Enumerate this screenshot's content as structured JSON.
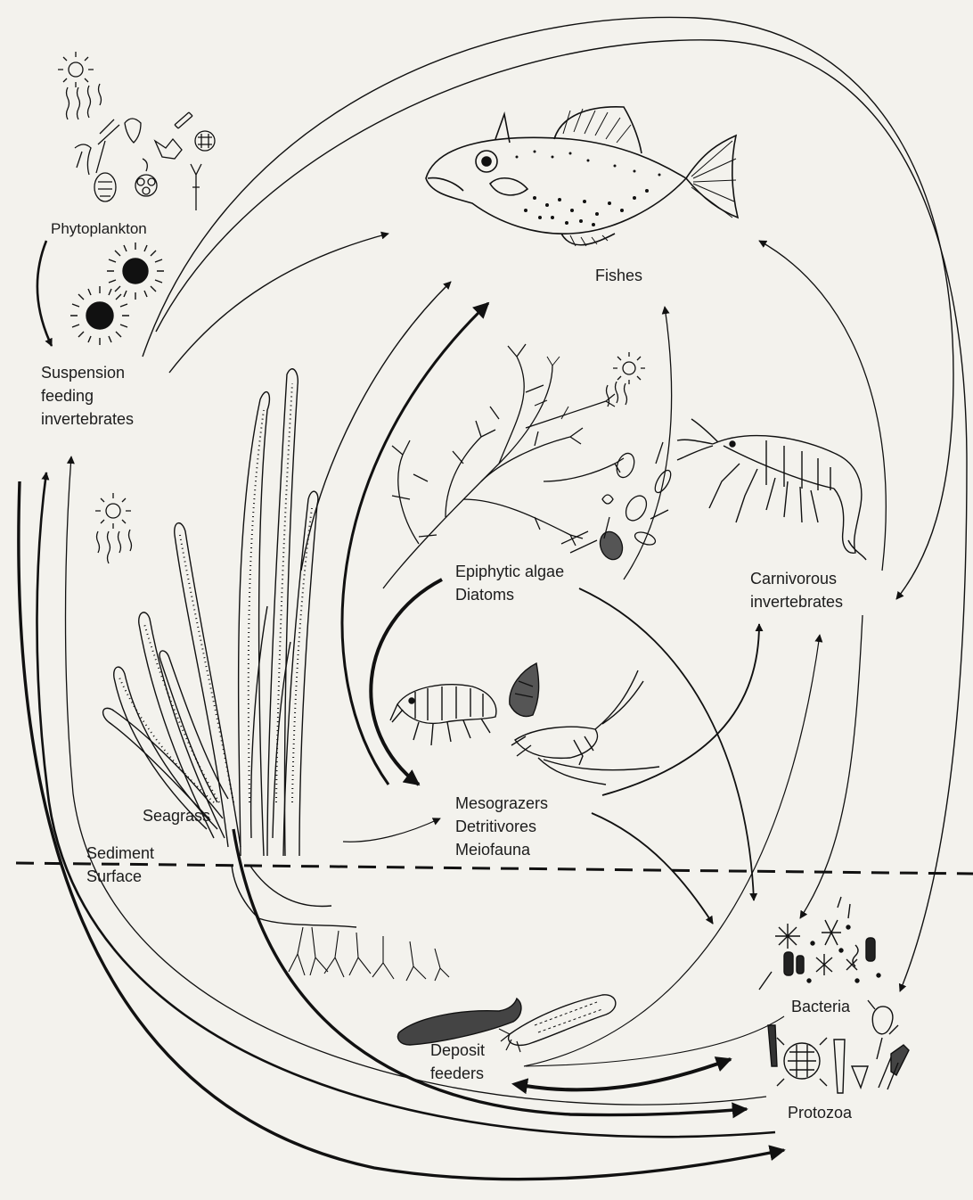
{
  "diagram": {
    "nodes": {
      "phytoplankton": "Phytoplankton",
      "suspension_feeders": [
        "Suspension",
        "feeding",
        "invertebrates"
      ],
      "fishes": "Fishes",
      "epiphytic_algae": [
        "Epiphytic algae",
        "Diatoms"
      ],
      "carnivorous_invertebrates": [
        "Carnivorous",
        "invertebrates"
      ],
      "mesograzers": [
        "Mesograzers",
        "Detritivores",
        "Meiofauna"
      ],
      "seagrass": "Seagrass",
      "sediment_surface": [
        "Sediment",
        "Surface"
      ],
      "bacteria": "Bacteria",
      "deposit_feeders": [
        "Deposit",
        "feeders"
      ],
      "protozoa": "Protozoa"
    },
    "icons": [
      "sun-icon",
      "phytoplankton-cells-icon",
      "sea-urchin-icon",
      "fish-icon",
      "epiphytic-algae-icon",
      "diatom-icon",
      "shrimp-icon",
      "amphipod-icon",
      "snail-icon",
      "copepod-icon",
      "seagrass-plant-icon",
      "sea-cucumber-icon",
      "bacteria-cluster-icon",
      "protozoa-icon"
    ],
    "colors": {
      "background": "#f3f2ed",
      "ink": "#1a1a1a"
    }
  }
}
